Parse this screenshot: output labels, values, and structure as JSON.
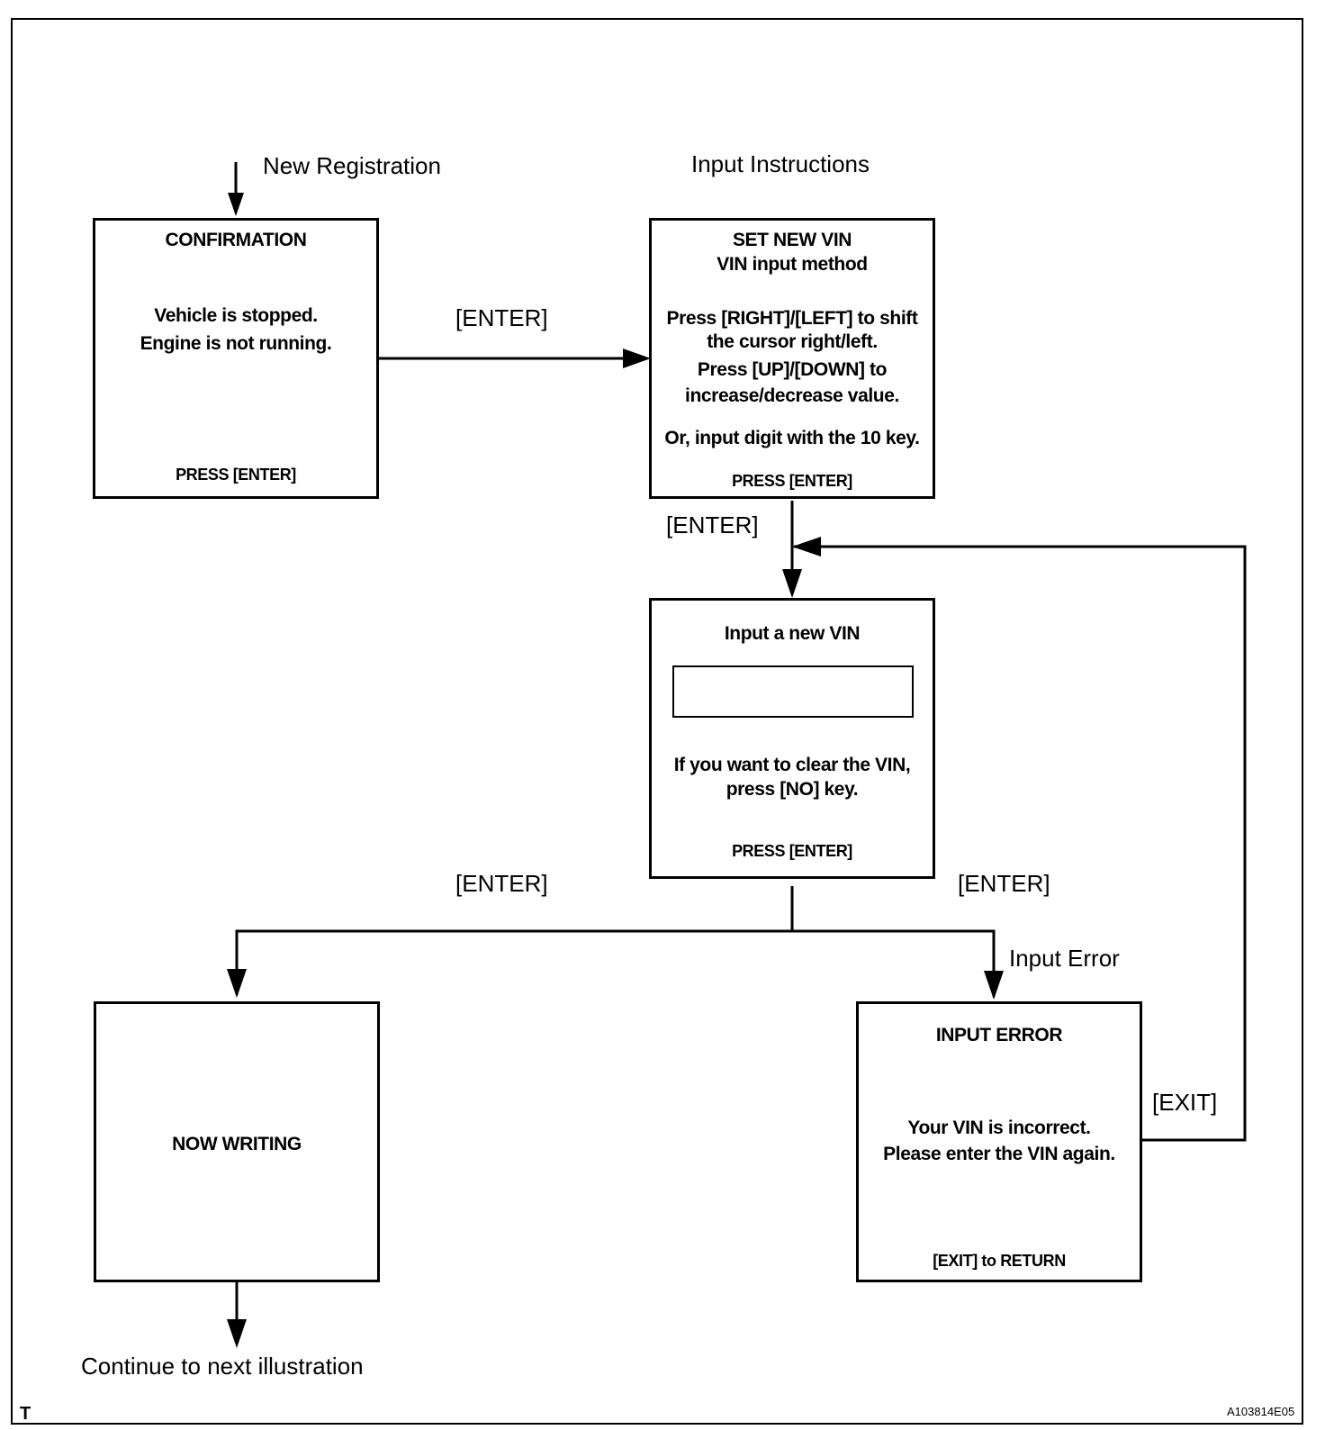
{
  "labels": {
    "new_registration": "New Registration",
    "input_instructions": "Input Instructions",
    "enter_1": "[ENTER]",
    "enter_2": "[ENTER]",
    "enter_3": "[ENTER]",
    "enter_4": "[ENTER]",
    "input_error": "Input Error",
    "exit": "[EXIT]",
    "continue": "Continue to next illustration"
  },
  "boxes": {
    "confirmation": {
      "title": "CONFIRMATION",
      "line1": "Vehicle is stopped.",
      "line2": "Engine is not running.",
      "footer": "PRESS [ENTER]"
    },
    "set_vin": {
      "title": "SET NEW VIN",
      "subtitle": "VIN input method",
      "line1": "Press [RIGHT]/[LEFT] to shift",
      "line2": "the cursor right/left.",
      "line3": "Press [UP]/[DOWN]  to",
      "line4": "increase/decrease value.",
      "line5": "Or, input digit with the 10 key.",
      "footer": "PRESS [ENTER]"
    },
    "input_vin": {
      "title": "Input a new VIN",
      "field_value": "",
      "line1": "If you want to clear the VIN,",
      "line2": "press [NO] key.",
      "footer": "PRESS [ENTER]"
    },
    "now_writing": {
      "title": "NOW WRITING"
    },
    "input_error": {
      "title": "INPUT  ERROR",
      "line1": "Your VIN is incorrect.",
      "line2": "Please enter the VIN again.",
      "footer": "[EXIT] to RETURN"
    }
  },
  "corner": {
    "left": "T",
    "right": "A103814E05"
  }
}
